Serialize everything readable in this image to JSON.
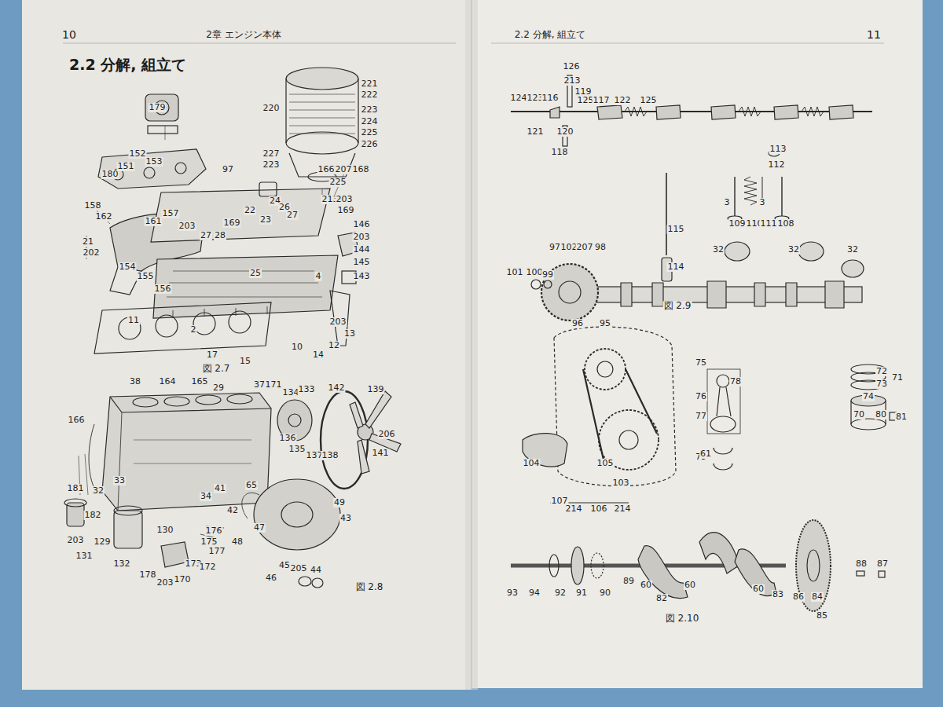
{
  "diagram": {
    "title": "2.2 分解, 組立て",
    "labels": [
      "10",
      "2章 エンジン本体",
      "2.2 分解, 組立て",
      "11",
      "図 2.7",
      "図 2.8",
      "図 2.9",
      "図 2.10",
      "179",
      "221",
      "222",
      "220",
      "223",
      "224",
      "225",
      "226",
      "227",
      "223",
      "225",
      "166",
      "207",
      "168",
      "152",
      "153",
      "180",
      "151",
      "158",
      "162",
      "21",
      "202",
      "154",
      "155",
      "156",
      "11",
      "2",
      "17",
      "15",
      "10",
      "12",
      "14",
      "13",
      "203",
      "143",
      "145",
      "144",
      "203",
      "146",
      "169",
      "213",
      "203",
      "22",
      "23",
      "24",
      "26",
      "27",
      "25",
      "4",
      "203",
      "157",
      "161",
      "28",
      "27",
      "169",
      "97",
      "38",
      "164",
      "165",
      "29",
      "37",
      "171",
      "134",
      "133",
      "142",
      "139",
      "166",
      "206",
      "141",
      "137",
      "138",
      "135",
      "136",
      "33",
      "32",
      "181",
      "203",
      "182",
      "129",
      "130",
      "131",
      "132",
      "178",
      "203",
      "170",
      "173",
      "172",
      "175",
      "176",
      "177",
      "34",
      "41",
      "42",
      "43",
      "47",
      "48",
      "49",
      "45",
      "46",
      "205",
      "44",
      "65",
      "126",
      "213",
      "119",
      "124",
      "123",
      "116",
      "125",
      "117",
      "122",
      "125",
      "121",
      "120",
      "118",
      "113",
      "112",
      "3",
      "3",
      "109",
      "110",
      "111",
      "108",
      "115",
      "114",
      "32",
      "32",
      "32",
      "97",
      "102",
      "207",
      "98",
      "101",
      "100",
      "99",
      "96",
      "95",
      "72",
      "73",
      "71",
      "74",
      "75",
      "78",
      "76",
      "77",
      "79",
      "70",
      "80",
      "81",
      "104",
      "105",
      "103",
      "107",
      "214",
      "106",
      "214",
      "61",
      "93",
      "94",
      "92",
      "91",
      "90",
      "89",
      "60",
      "82",
      "60",
      "60",
      "83",
      "86",
      "84",
      "85",
      "88",
      "87"
    ]
  }
}
